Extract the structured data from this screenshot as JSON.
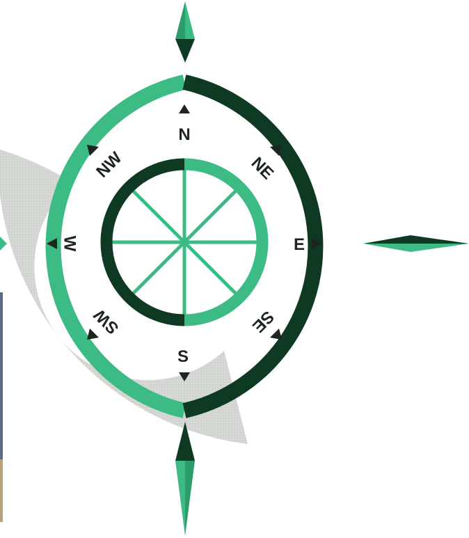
{
  "compass": {
    "directions": {
      "n": "N",
      "ne": "NE",
      "e": "E",
      "se": "SE",
      "s": "S",
      "sw": "SW",
      "w": "W",
      "nw": "NW"
    }
  },
  "colors": {
    "light_green": "#3dbb84",
    "dark_green": "#0e3a24",
    "gray_band": "#d3d6d2",
    "text": "#1d2520",
    "background": "#ffffff"
  }
}
